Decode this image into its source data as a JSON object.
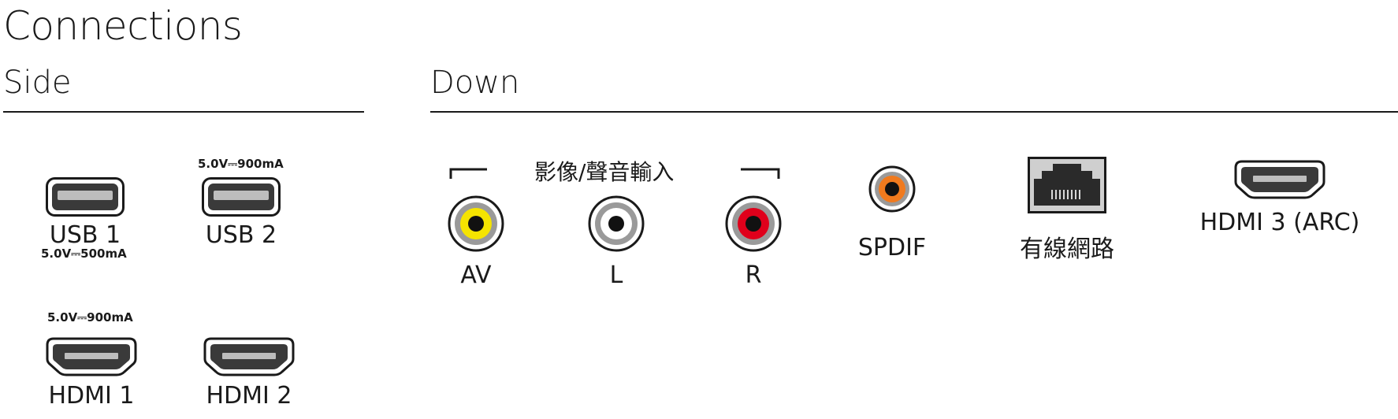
{
  "page": {
    "title": "Connections"
  },
  "sections": {
    "side": {
      "title": "Side"
    },
    "down": {
      "title": "Down"
    }
  },
  "side_ports": {
    "usb1": {
      "label": "USB 1",
      "spec": "5.0V⎓500mA",
      "icon": "usb-port-icon"
    },
    "usb2": {
      "label": "USB 2",
      "spec": "5.0V⎓900mA",
      "icon": "usb-port-icon"
    },
    "hdmi1": {
      "label": "HDMI 1",
      "spec": "5.0V⎓900mA",
      "icon": "hdmi-port-icon"
    },
    "hdmi2": {
      "label": "HDMI 2",
      "icon": "hdmi-port-icon"
    }
  },
  "down_ports": {
    "av_group_label": "影像/聲音輸入",
    "av": {
      "label": "AV",
      "color": "#f5e400",
      "icon": "rca-jack-icon"
    },
    "l": {
      "label": "L",
      "color": "#ffffff",
      "icon": "rca-jack-icon"
    },
    "r": {
      "label": "R",
      "color": "#e0001b",
      "icon": "rca-jack-icon"
    },
    "spdif": {
      "label": "SPDIF",
      "color": "#f07a1e",
      "icon": "spdif-jack-icon"
    },
    "lan": {
      "label": "有線網路",
      "icon": "ethernet-port-icon"
    },
    "hdmi3": {
      "label": "HDMI 3 (ARC)",
      "icon": "hdmi-port-icon"
    }
  }
}
